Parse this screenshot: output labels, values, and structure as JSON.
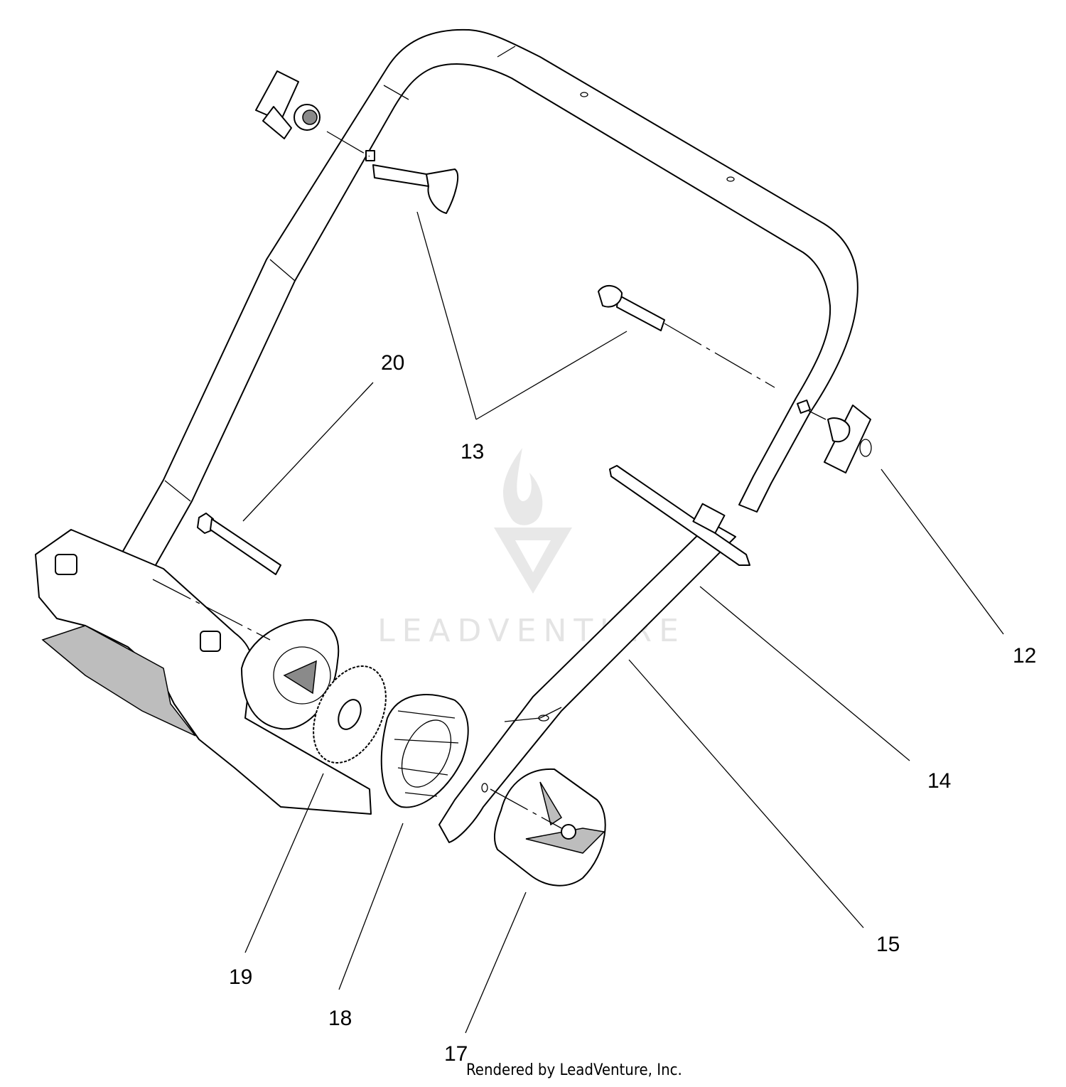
{
  "diagram": {
    "callouts": [
      {
        "id": "12",
        "label": "12"
      },
      {
        "id": "13",
        "label": "13"
      },
      {
        "id": "14",
        "label": "14"
      },
      {
        "id": "15",
        "label": "15"
      },
      {
        "id": "17",
        "label": "17"
      },
      {
        "id": "18",
        "label": "18"
      },
      {
        "id": "19",
        "label": "19"
      },
      {
        "id": "20",
        "label": "20"
      }
    ],
    "watermark": "LEADVENTURE",
    "footer": "Rendered by LeadVenture, Inc."
  },
  "colors": {
    "line": "#000000",
    "background": "#ffffff",
    "watermark": "#e4e4e4"
  }
}
